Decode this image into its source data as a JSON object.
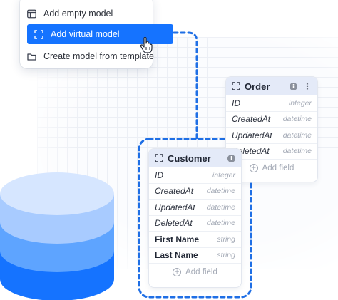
{
  "menu": {
    "items": [
      {
        "label": "Add empty model",
        "icon": "table-icon"
      },
      {
        "label": "Add virtual model",
        "icon": "virtual-model-icon",
        "active": true
      },
      {
        "label": "Create model from template",
        "icon": "folder-icon"
      }
    ]
  },
  "models": {
    "order": {
      "title": "Order",
      "fields": [
        {
          "name": "ID",
          "type": "integer"
        },
        {
          "name": "CreatedAt",
          "type": "datetime"
        },
        {
          "name": "UpdatedAt",
          "type": "datetime"
        },
        {
          "name": "DeletedAt",
          "type": "datetime"
        }
      ],
      "add_field_label": "Add field"
    },
    "customer": {
      "title": "Customer",
      "fields": [
        {
          "name": "ID",
          "type": "integer"
        },
        {
          "name": "CreatedAt",
          "type": "datetime"
        },
        {
          "name": "UpdatedAt",
          "type": "datetime"
        },
        {
          "name": "DeletedAt",
          "type": "datetime"
        },
        {
          "name": "First Name",
          "type": "string"
        },
        {
          "name": "Last Name",
          "type": "string"
        }
      ],
      "add_field_label": "Add field"
    }
  },
  "colors": {
    "accent": "#1573ff",
    "header_bg": "#e4eaf8",
    "connector": "#1f6fe5",
    "database_top": "#d6e6ff",
    "database_mid": "#5ea4ff",
    "database_bottom": "#1573ff"
  }
}
